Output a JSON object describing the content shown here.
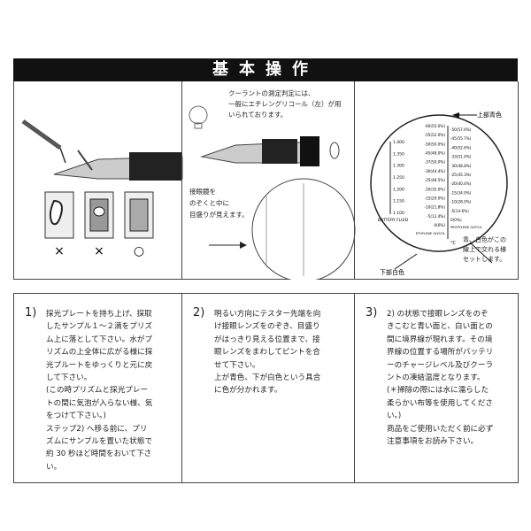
{
  "title": "基本操作",
  "panel1": {
    "marks": [
      "×",
      "×",
      "○"
    ]
  },
  "panel2": {
    "caption": "クーラントの測定判定には、\n一般にエチレングリコール（左）が用\nいられております。",
    "eyepiece_note": "接眼鏡を\nのぞくと中に\n目盛りが見えます。"
  },
  "panel3": {
    "upper_label": "上部青色",
    "lower_label": "下部白色",
    "set_note": "青、白色がこの\n線上で交れる様\nセットします。",
    "battery_scale": [
      "1.400",
      "1.350",
      "1.300",
      "1.250",
      "1.200",
      "1.150",
      "1.100"
    ],
    "battery_label": "BATTERY FLUID",
    "ethylene_scale": [
      "-60(55.0%)",
      "-55(52.0%)",
      "-50(50.0%)",
      "-45(48.0%)",
      "-37(50.0%)",
      "-30(44.4%)",
      "-25(48.5%)",
      "-20(35.0%)",
      "-15(29.0%)",
      "-10(21.8%)",
      "-5(12.4%)",
      "0(0%)"
    ],
    "propylene_scale": [
      "-50(57.6%)",
      "-45(55.7%)",
      "-40(52.6%)",
      "-33(51.4%)",
      "-30(48.8%)",
      "-25(45.3%)",
      "-20(40.4%)",
      "-15(34.0%)",
      "-10(28.0%)",
      "-5(14.6%)",
      "0(0%)"
    ],
    "ethylene_label": "ETHYLENE GLYCOL",
    "propylene_label": "PROPYLENE GLYCOL",
    "unit": "°C"
  },
  "steps": [
    {
      "num": "1)",
      "text": "採光プレートを持ち上げ、採取\nしたサンプル１～２滴をプリズ\nム上に落として下さい。水がプ\nリズムの上全体に広がる様に採\n光プルートをゆっくりと元に戻\nして下さい。\n(この時プリズムと採光プレー\nトの間に気泡が入らない様、気\nをつけて下さい。)\nステップ2) へ移る前に、プリ\nズムにサンプルを置いた状態で\n約 30 秒ほど時間をおいて下さ\nい。"
    },
    {
      "num": "2)",
      "text": "明るい方向にテスター先端を向\nけ接眼レンズをのぞき、目盛り\nがはっきり見える位置まで、接\n眼レンズをまわしてピントを合\nせて下さい。\n上が青色、下が白色という具合\nに色が分かれます。"
    },
    {
      "num": "3)",
      "text": "2) の状態で接眼レンズをのぞ\nきこむと青い面と、白い面との\n間に境界線が現れます。その境\n界線の位置する場所がバッテリ\nーのチャージレベル及びクーラ\nントの凍結温度となります。\n(＊掃除の際には水に濡らした\n柔らかい布等を使用してくださ\nい。)\n商品をご使用いただく前に必ず\n注意事項をお読み下さい。"
    }
  ]
}
